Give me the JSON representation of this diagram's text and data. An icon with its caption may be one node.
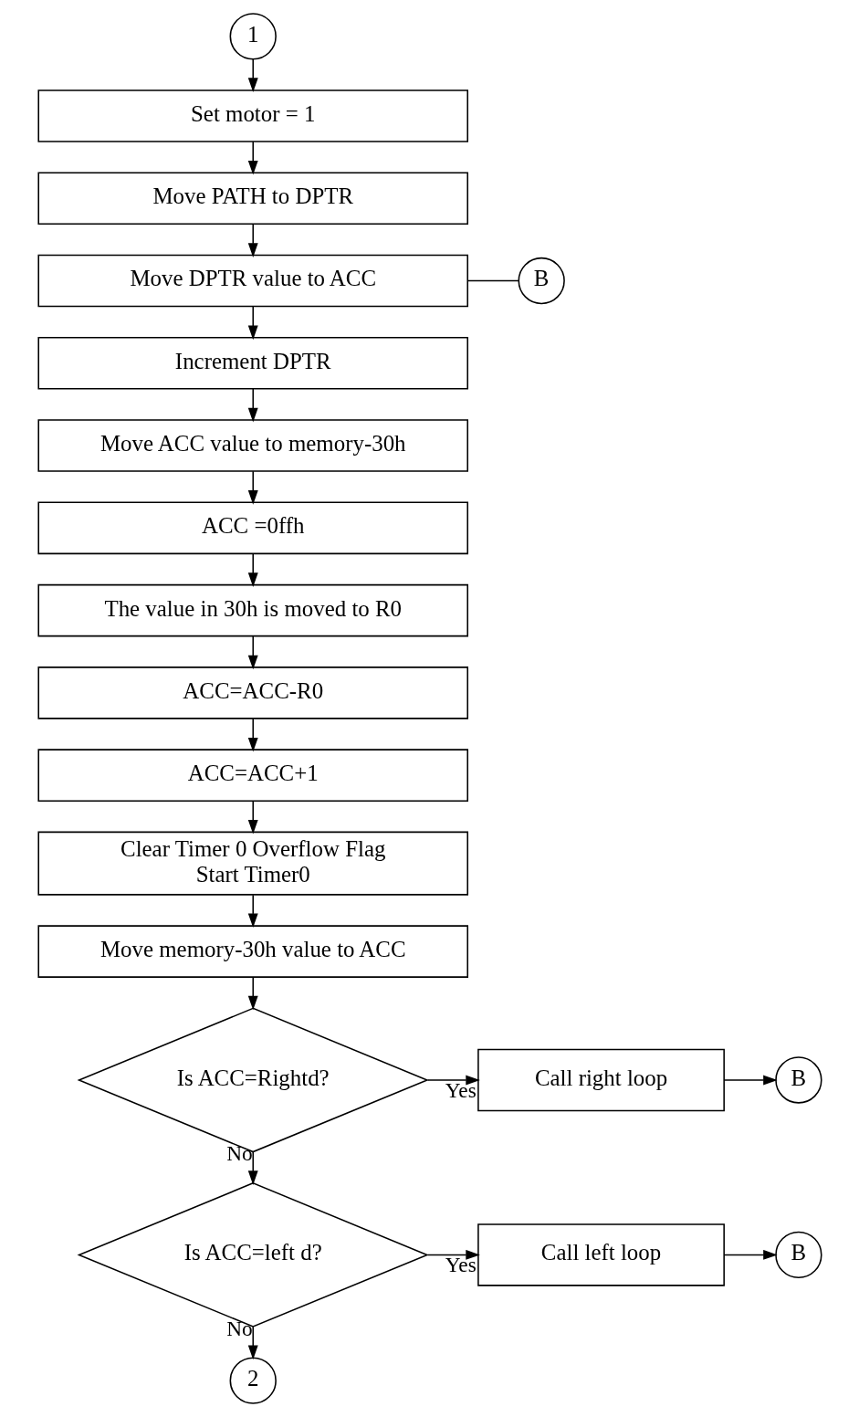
{
  "diagram": {
    "nodes": [
      {
        "text": [
          "1"
        ]
      },
      {
        "text": [
          "Set motor = 1"
        ]
      },
      {
        "text": [
          "Move PATH to DPTR"
        ]
      },
      {
        "text": [
          "Move DPTR value to ACC"
        ]
      },
      {
        "text": [
          "B"
        ]
      },
      {
        "text": [
          "Increment DPTR"
        ]
      },
      {
        "text": [
          "Move ACC value to memory-30h"
        ]
      },
      {
        "text": [
          "ACC =0ffh"
        ]
      },
      {
        "text": [
          "The value in 30h is moved to R0"
        ]
      },
      {
        "text": [
          "ACC=ACC-R0"
        ]
      },
      {
        "text": [
          "ACC=ACC+1"
        ]
      },
      {
        "text": [
          "Clear Timer 0 Overflow Flag",
          "Start Timer0"
        ]
      },
      {
        "text": [
          "Move memory-30h value to ACC"
        ]
      },
      {
        "text": [
          "Is ACC=Rightd?"
        ]
      },
      {
        "text": [
          "Call right loop"
        ]
      },
      {
        "text": [
          "B"
        ]
      },
      {
        "text": [
          "Is ACC=left d?"
        ]
      },
      {
        "text": [
          "Call left loop"
        ]
      },
      {
        "text": [
          "B"
        ]
      },
      {
        "text": [
          "2"
        ]
      }
    ],
    "edges": [
      {
        "from": 0,
        "to": 1,
        "arrow": "to"
      },
      {
        "from": 1,
        "to": 2,
        "arrow": "to"
      },
      {
        "from": 2,
        "to": 3,
        "arrow": "to"
      },
      {
        "from": 3,
        "to": 4,
        "arrow": "none"
      },
      {
        "from": 3,
        "to": 5,
        "arrow": "to"
      },
      {
        "from": 5,
        "to": 6,
        "arrow": "to"
      },
      {
        "from": 6,
        "to": 7,
        "arrow": "to"
      },
      {
        "from": 7,
        "to": 8,
        "arrow": "to"
      },
      {
        "from": 8,
        "to": 9,
        "arrow": "to"
      },
      {
        "from": 9,
        "to": 10,
        "arrow": "to"
      },
      {
        "from": 10,
        "to": 11,
        "arrow": "to"
      },
      {
        "from": 11,
        "to": 12,
        "arrow": "to"
      },
      {
        "from": 12,
        "to": 13,
        "arrow": "to"
      },
      {
        "from": 13,
        "to": 14,
        "arrow": "to",
        "label": "Yes"
      },
      {
        "from": 14,
        "to": 15,
        "arrow": "to"
      },
      {
        "from": 13,
        "to": 16,
        "arrow": "to",
        "label": "No"
      },
      {
        "from": 16,
        "to": 17,
        "arrow": "to",
        "label": "Yes"
      },
      {
        "from": 17,
        "to": 18,
        "arrow": "to"
      },
      {
        "from": 16,
        "to": 19,
        "arrow": "to",
        "label": "No"
      }
    ]
  }
}
